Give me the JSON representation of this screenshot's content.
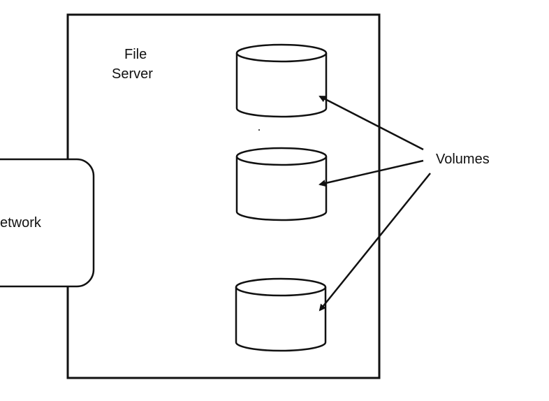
{
  "server": {
    "label_line1": "File",
    "label_line2": "Server"
  },
  "network": {
    "label": "etwork"
  },
  "volumes_label": "Volumes",
  "colors": {
    "ink": "#111111",
    "background": "#ffffff"
  }
}
